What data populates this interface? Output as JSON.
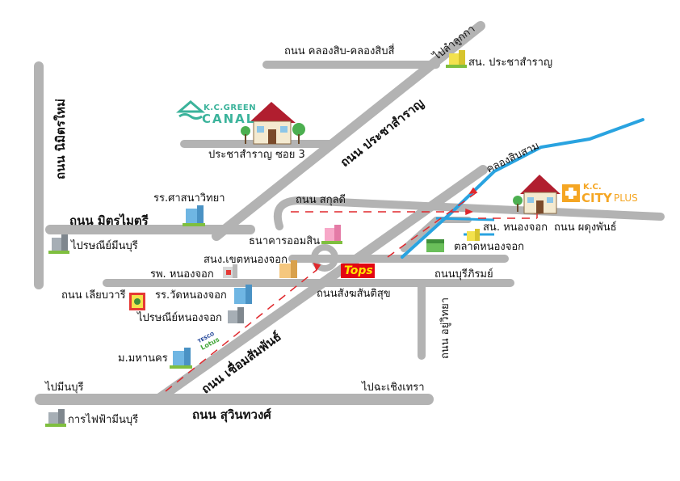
{
  "labels": {
    "khlong_sip_road": "ถนน คลองสิบ-คลองสิบสี่",
    "to_lam_luk_ka": "ไปลำลูกกา",
    "prachasamran_school": "สน. ประชาสำราญ",
    "prachasamran_road": "ถนน ประชาสำราญ",
    "prachasamran_soi3": "ประชาสำราญ ซอย 3",
    "nimit_mai_road": "ถนน นิมิตรใหม่",
    "khlong_sip_sam": "คลองสิบสาม",
    "sasana_school": "รร.ศาสนาวิทยา",
    "sakunadi_road": "ถนน สกุลดี",
    "mitmaitri_road": "ถนน มิตรไมตรี",
    "min_buri_post": "ไปรษณีย์มีนบุรี",
    "gsb_bank": "ธนาคารออมสิน",
    "nong_chok_district": "สน. หนองจอก",
    "phadungphan_road": "ถนน ผดุงพันธ์",
    "nong_chok_market": "ตลาดหนองจอก",
    "nong_chok_district_office": "สนง.เขตหนองจอก",
    "nong_chok_hospital": "รพ. หนองจอก",
    "buri_rom_road": "ถนนบุรีภิรมย์",
    "liab_wari_road": "ถนน เลียบวารี",
    "wat_nong_chok_school": "รร.วัดหนองจอก",
    "sangkhom_road": "ถนนสังฆสันติสุข",
    "nong_chok_post": "ไปรษณีย์หนองจอก",
    "yu_witthaya_road": "ถนน อยู่วิทยา",
    "mahanakorn_univ": "ม.มหานคร",
    "chuam_samphan_road": "ถนน เชื่อมสัมพันธ์",
    "to_min_buri": "ไปมีนบุรี",
    "to_chachoengsao": "ไปฉะเชิงเทรา",
    "suwinthawong_road": "ถนน สุวินทวงศ์",
    "min_buri_electric": "การไฟฟ้ามีนบุรี"
  },
  "logos": {
    "kc_green_top": "K.C.GREEN",
    "kc_green_bottom": "CANAL",
    "kc_city_top": "K.C.",
    "kc_city_main": "CITY",
    "kc_city_plus": "PLUS",
    "tops": "Tops",
    "tesco_top": "TESCO",
    "tesco_bottom": "Lotus"
  },
  "colors": {
    "road": "#b3b3b3",
    "canal": "#29a3e0",
    "route_arrow": "#e0282d",
    "kc_green": "#3bb39b",
    "kc_city_orange": "#f5a623",
    "tops_red": "#e30613",
    "tops_yellow": "#ffe500"
  }
}
